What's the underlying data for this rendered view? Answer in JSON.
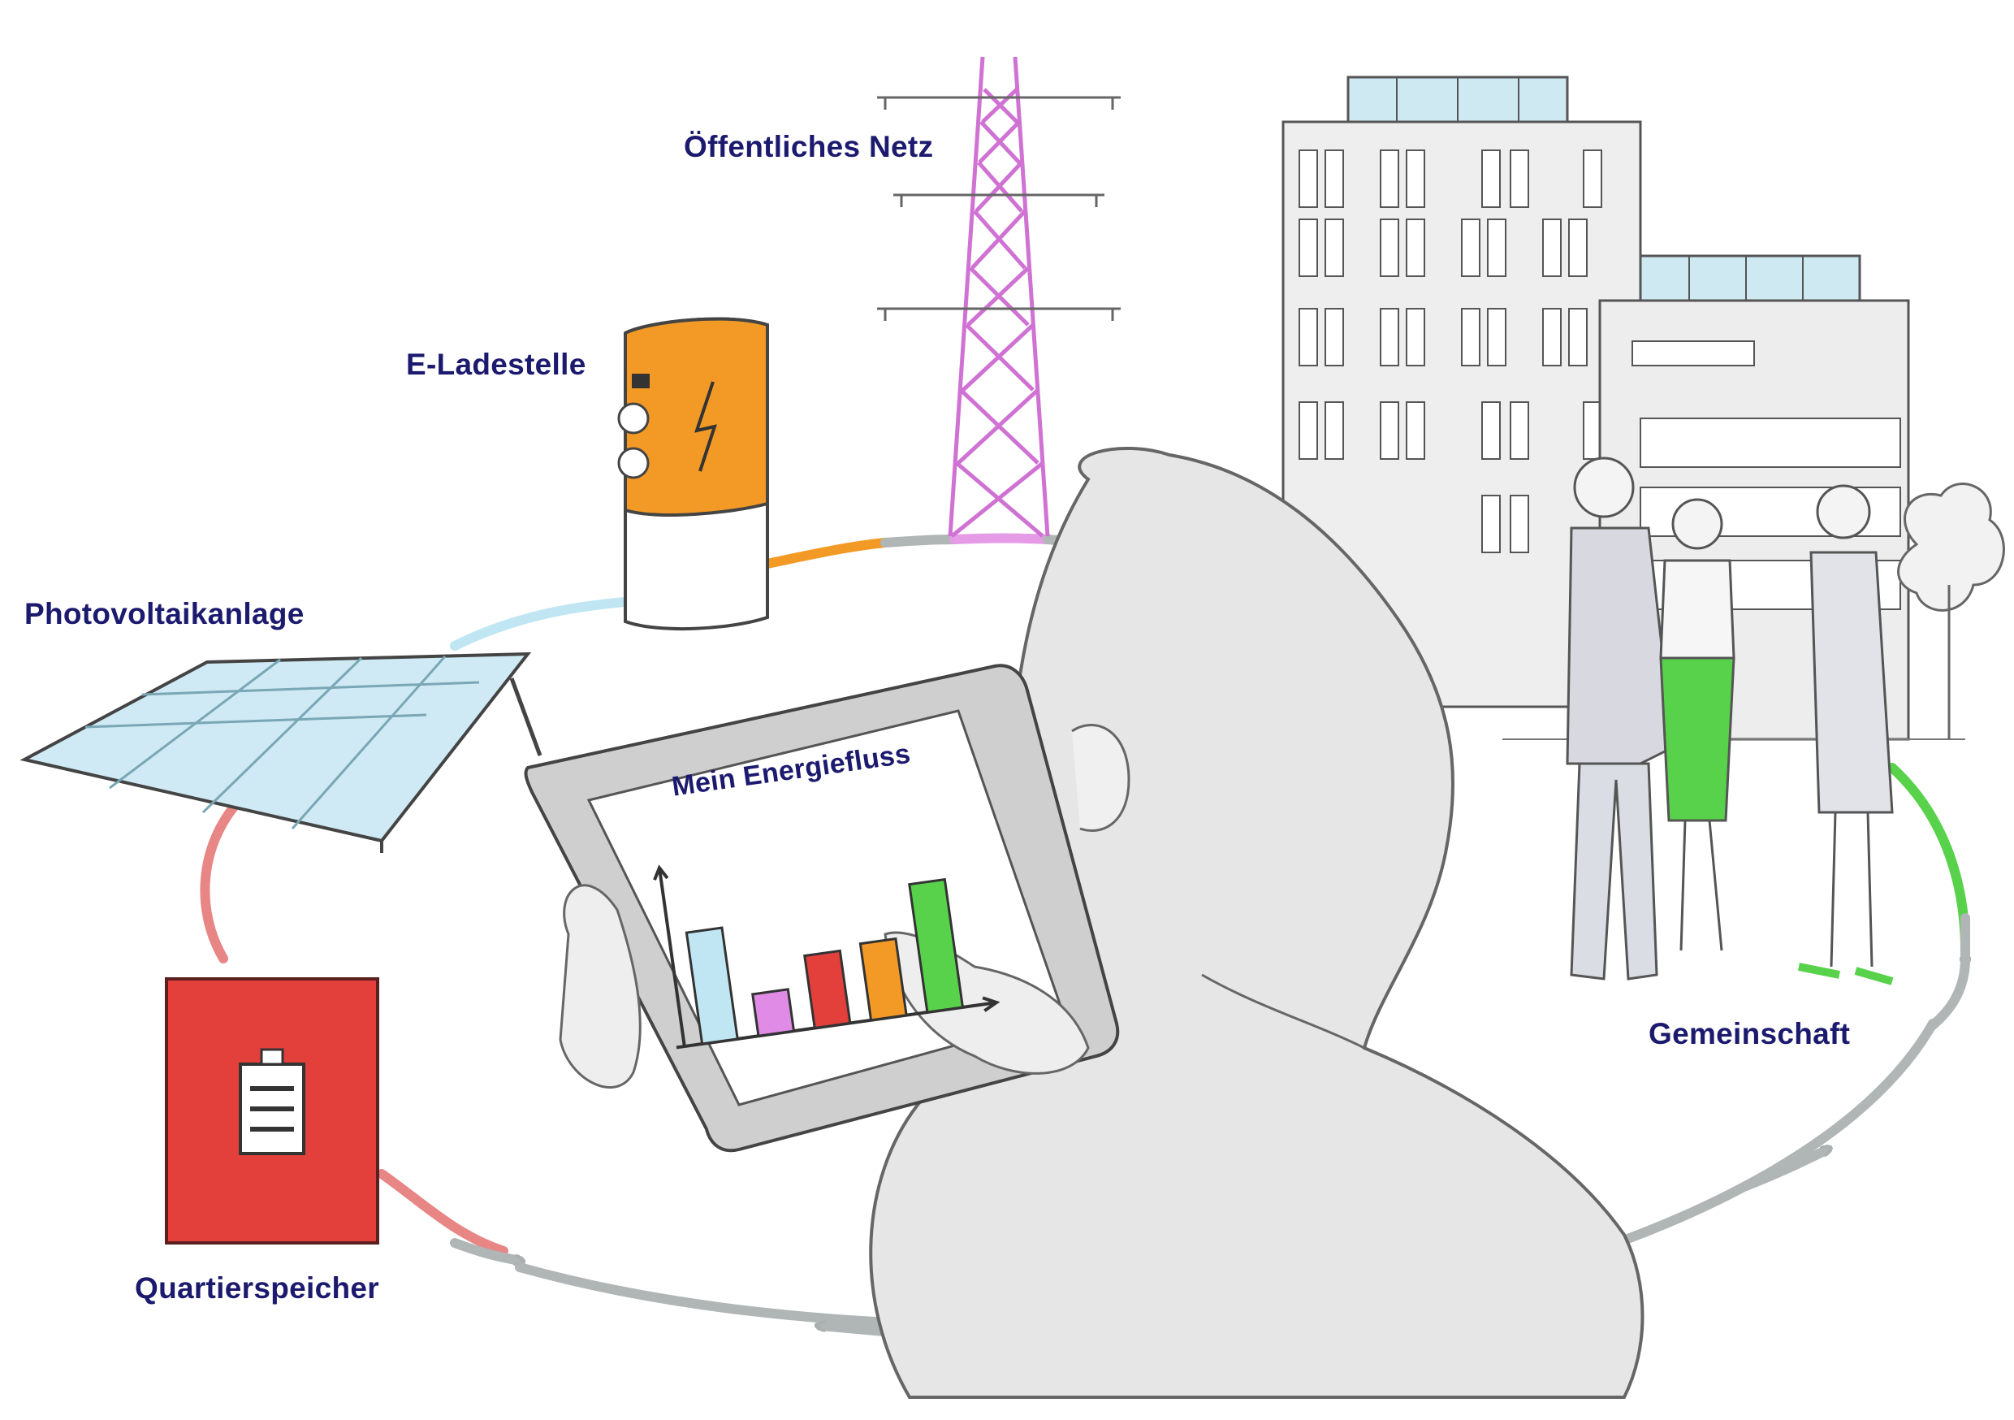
{
  "labels": {
    "netz": "Öffentliches Netz",
    "ladestelle": "E-Ladestelle",
    "photovoltaik": "Photovoltaikanlage",
    "quartierspeicher": "Quartierspeicher",
    "gemeinschaft": "Gemeinschaft",
    "tablet_title": "Mein Energiefluss"
  },
  "colors": {
    "label_text": "#1c1a6e",
    "pv_panel": "#bfe6f2",
    "charging_orange": "#f39a26",
    "pylon_magenta": "#cf72d3",
    "storage_red": "#e3403c",
    "community_green": "#58d24a",
    "loop_grey": "#b0b5b5",
    "sketch_grey": "#e6e6e6"
  },
  "icons": {
    "pylon": "power-pylon-icon",
    "charger": "ev-charger-icon",
    "solar": "solar-panel-icon",
    "battery": "battery-icon",
    "lightning": "lightning-bolt-icon"
  },
  "chart_data": {
    "type": "bar",
    "categories": [
      "",
      "",
      "",
      "",
      ""
    ],
    "values": [
      80,
      30,
      52,
      55,
      92
    ],
    "colors": [
      "#bfe6f2",
      "#e08be6",
      "#e3403c",
      "#f39a26",
      "#58d24a"
    ],
    "title": "Mein Energiefluss",
    "xlabel": "",
    "ylabel": "",
    "ylim": [
      0,
      110
    ]
  }
}
